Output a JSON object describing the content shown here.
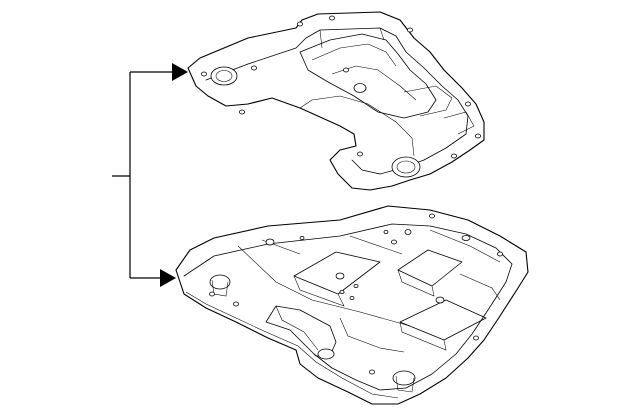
{
  "diagram": {
    "parts": [
      {
        "name": "upper-splash-shield"
      },
      {
        "name": "lower-splash-shield"
      }
    ],
    "callout": {
      "label": "",
      "targets": [
        "upper-splash-shield",
        "lower-splash-shield"
      ]
    }
  }
}
